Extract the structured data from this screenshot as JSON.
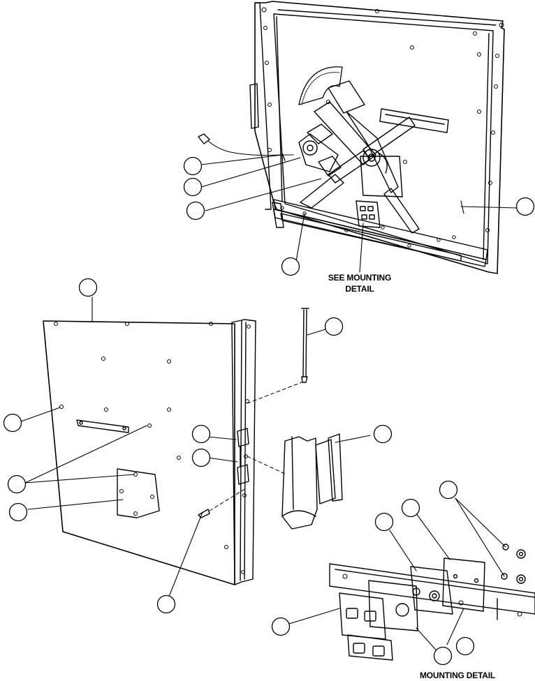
{
  "labels": {
    "see_mounting_line1": "SEE MOUNTING",
    "see_mounting_line2": "DETAIL",
    "mounting_detail": "MOUNTING DETAIL"
  }
}
